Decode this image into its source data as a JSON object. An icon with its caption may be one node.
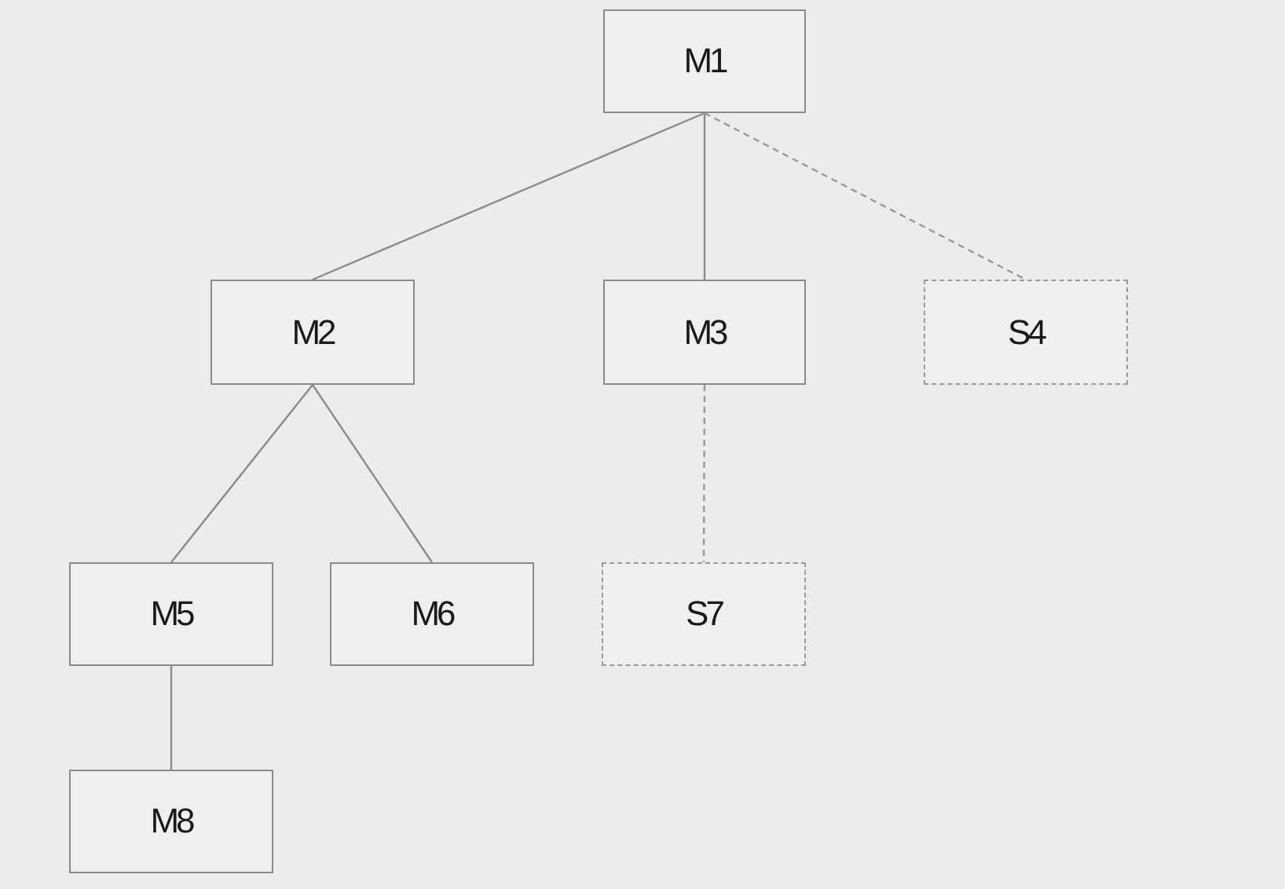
{
  "diagram": {
    "nodes": [
      {
        "text": [
          "M1"
        ]
      },
      {
        "text": [
          "M2"
        ]
      },
      {
        "text": [
          "M3"
        ]
      },
      {
        "text": [
          "S4"
        ]
      },
      {
        "text": [
          "M5"
        ]
      },
      {
        "text": [
          "M6"
        ]
      },
      {
        "text": [
          "S7"
        ]
      },
      {
        "text": [
          "M8"
        ]
      }
    ],
    "edges": [
      {
        "from": 0,
        "to": 1,
        "arrow": "none"
      },
      {
        "from": 0,
        "to": 2,
        "arrow": "none"
      },
      {
        "from": 0,
        "to": 3,
        "arrow": "none",
        "style": "dashed"
      },
      {
        "from": 1,
        "to": 4,
        "arrow": "none"
      },
      {
        "from": 1,
        "to": 5,
        "arrow": "none"
      },
      {
        "from": 2,
        "to": 6,
        "arrow": "none",
        "style": "dashed"
      },
      {
        "from": 4,
        "to": 7,
        "arrow": "none"
      }
    ]
  }
}
